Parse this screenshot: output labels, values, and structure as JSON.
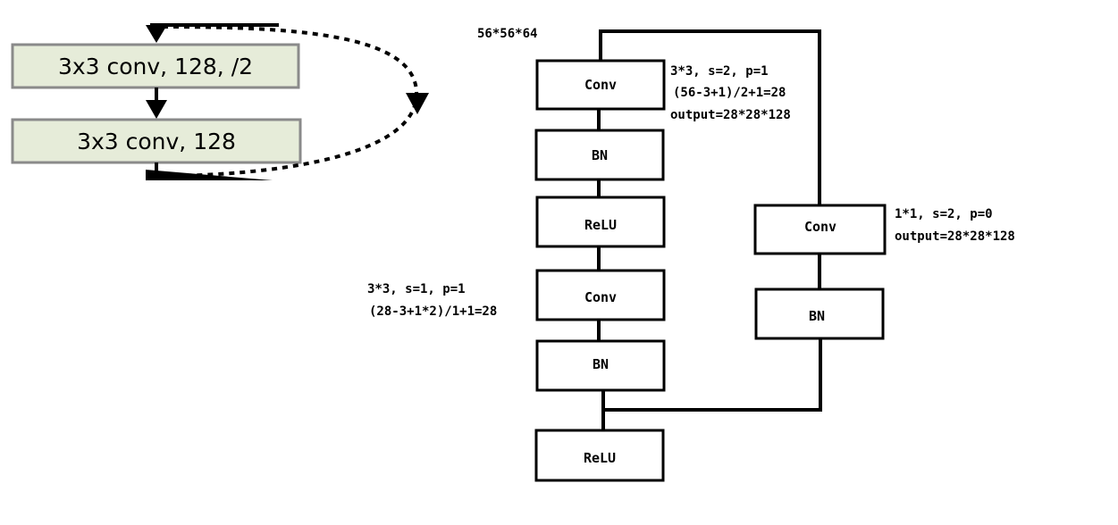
{
  "left_block": {
    "conv1_label": "3x3 conv, 128, /2",
    "conv2_label": "3x3 conv, 128"
  },
  "input_shape": "56*56*64",
  "main_path": {
    "conv1": "Conv",
    "bn1": "BN",
    "relu1": "ReLU",
    "conv2": "Conv",
    "bn2": "BN",
    "relu_out": "ReLU"
  },
  "shortcut_path": {
    "conv": "Conv",
    "bn": "BN"
  },
  "notes": {
    "conv1_params": "3*3, s=2, p=1",
    "conv1_calc": "(56-3+1)/2+1=28",
    "conv1_output": "output=28*28*128",
    "conv2_params": "3*3, s=1, p=1",
    "conv2_calc": "(28-3+1*2)/1+1=28",
    "shortcut_params": "1*1, s=2, p=0",
    "shortcut_output": "output=28*28*128"
  },
  "colors": {
    "left_box_fill": "#e6ecd9",
    "left_box_border": "#8a8a8a",
    "line": "#000000"
  }
}
